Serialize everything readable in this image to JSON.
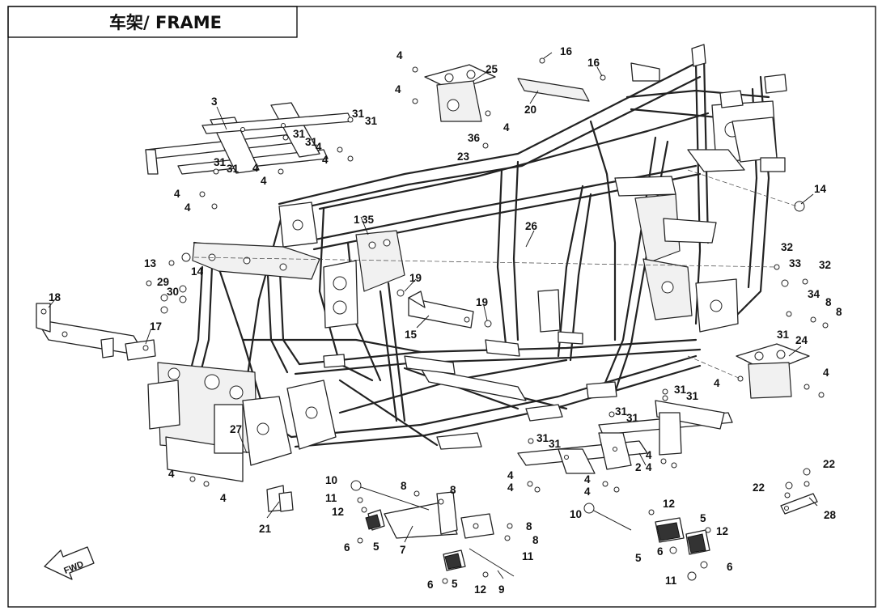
{
  "title": "车架/ FRAME",
  "fwd_label": "FWD",
  "callout_labels": {
    "c1": "1",
    "c2": "2",
    "c3": "3",
    "c4": "4",
    "c5": "5",
    "c6": "6",
    "c7": "7",
    "c8": "8",
    "c9": "9",
    "c10": "10",
    "c11": "11",
    "c12": "12",
    "c13": "13",
    "c14": "14",
    "c15": "15",
    "c16": "16",
    "c17": "17",
    "c18": "18",
    "c19": "19",
    "c20": "20",
    "c21": "21",
    "c22": "22",
    "c23": "23",
    "c24": "24",
    "c25": "25",
    "c26": "26",
    "c27": "27",
    "c28": "28",
    "c29": "29",
    "c30": "30",
    "c31": "31",
    "c32": "32",
    "c33": "33",
    "c34": "34",
    "c35": "35",
    "c36": "36"
  }
}
